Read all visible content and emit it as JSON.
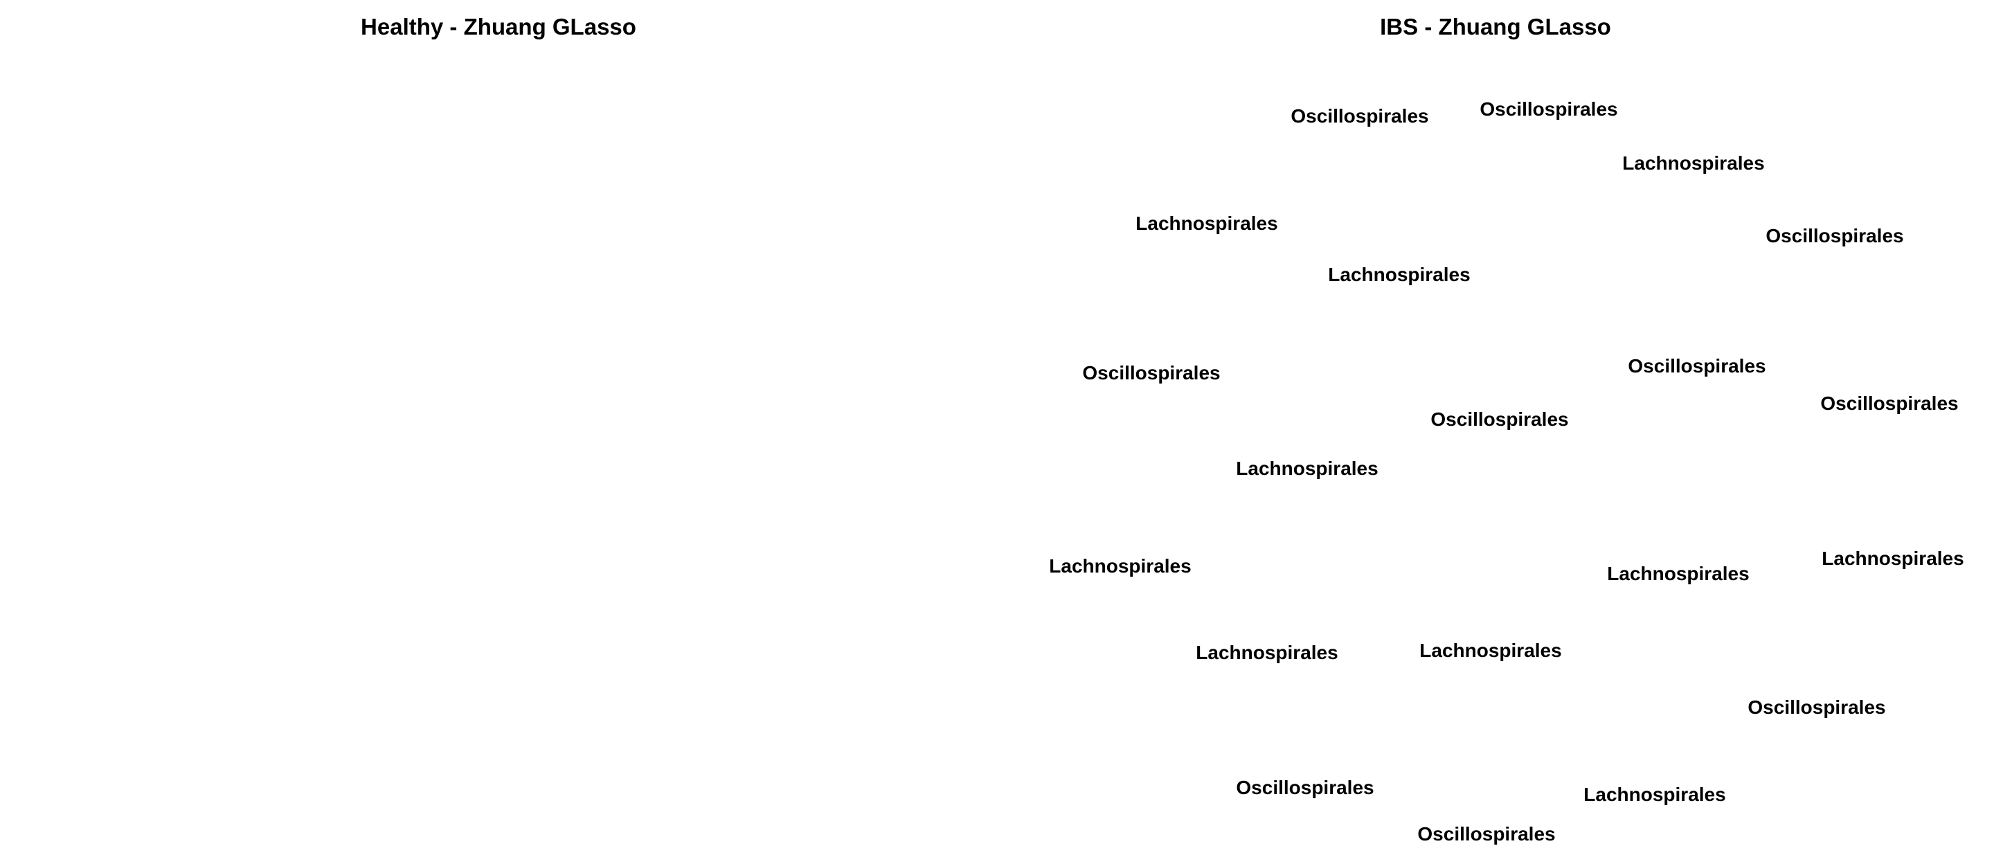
{
  "panels": {
    "healthy": {
      "title": "Healthy - Zhuang GLasso",
      "nodes": []
    },
    "ibs": {
      "title": "IBS - Zhuang GLasso",
      "nodes": [
        {
          "label": "Oscillospirales"
        },
        {
          "label": "Oscillospirales"
        },
        {
          "label": "Lachnospirales"
        },
        {
          "label": "Lachnospirales"
        },
        {
          "label": "Oscillospirales"
        },
        {
          "label": "Lachnospirales"
        },
        {
          "label": "Oscillospirales"
        },
        {
          "label": "Oscillospirales"
        },
        {
          "label": "Oscillospirales"
        },
        {
          "label": "Oscillospirales"
        },
        {
          "label": "Lachnospirales"
        },
        {
          "label": "Lachnospirales"
        },
        {
          "label": "Lachnospirales"
        },
        {
          "label": "Lachnospirales"
        },
        {
          "label": "Lachnospirales"
        },
        {
          "label": "Lachnospirales"
        },
        {
          "label": "Oscillospirales"
        },
        {
          "label": "Oscillospirales"
        },
        {
          "label": "Lachnospirales"
        },
        {
          "label": "Oscillospirales"
        }
      ]
    }
  }
}
